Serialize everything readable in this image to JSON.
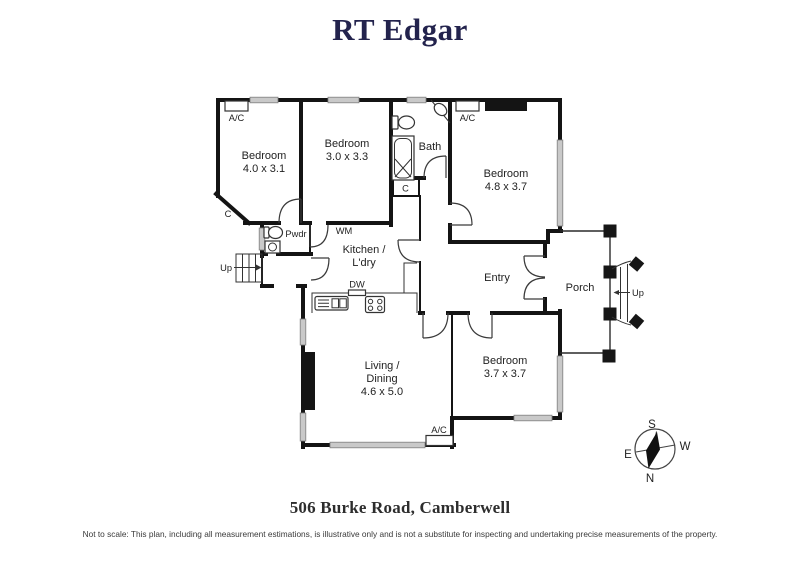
{
  "header": {
    "logo": "RT Edgar"
  },
  "footer": {
    "address": "506 Burke Road, Camberwell",
    "disclaimer": "Not to scale: This plan, including all measurement estimations, is illustrative only and is not a substitute for inspecting and undertaking precise measurements of the property."
  },
  "rooms": {
    "bedroom1": {
      "name": "Bedroom",
      "dims": "4.0 x 3.1"
    },
    "bedroom2": {
      "name": "Bedroom",
      "dims": "3.0 x 3.3"
    },
    "bedroom3": {
      "name": "Bedroom",
      "dims": "4.8 x 3.7"
    },
    "bedroom4": {
      "name": "Bedroom",
      "dims": "3.7 x 3.7"
    },
    "living": {
      "line1": "Living /",
      "line2": "Dining",
      "dims": "4.6 x 5.0"
    },
    "kitchen": {
      "line1": "Kitchen /",
      "line2": "L'dry"
    },
    "bath": {
      "name": "Bath"
    },
    "powder": {
      "name": "Pwdr"
    },
    "entry": {
      "name": "Entry"
    },
    "porch": {
      "name": "Porch"
    }
  },
  "labels": {
    "ac": "A/C",
    "closet": "C",
    "wm": "WM",
    "dw": "DW",
    "up": "Up"
  },
  "compass": {
    "n": "N",
    "s": "S",
    "e": "E",
    "w": "W"
  },
  "colors": {
    "wall": "#141414",
    "window_fill": "#c9c9c9",
    "logo": "#23234d",
    "text": "#222222",
    "background": "#ffffff"
  }
}
